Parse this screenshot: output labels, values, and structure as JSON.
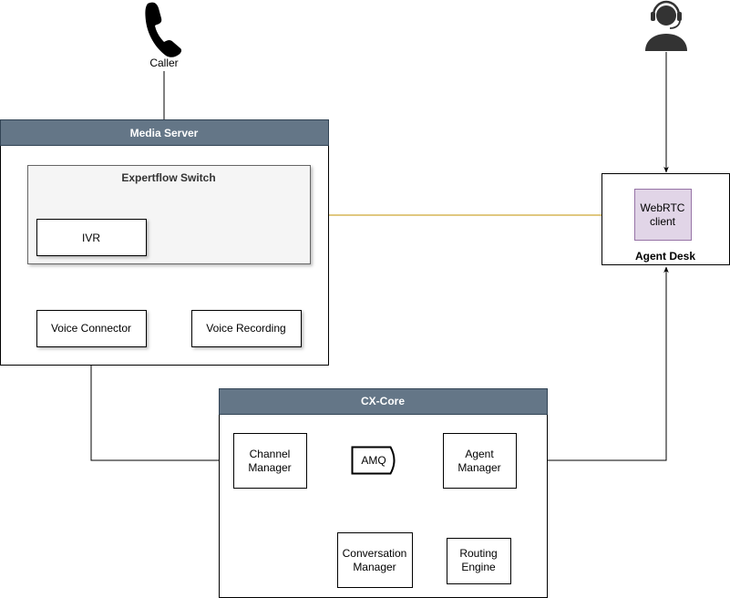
{
  "actors": {
    "caller": {
      "label": "Caller",
      "icon": "phone-handset-icon"
    },
    "agent": {
      "icon": "agent-headset-icon"
    }
  },
  "media_server": {
    "title": "Media Server",
    "expertflow_switch": {
      "title": "Expertflow Switch",
      "ivr_label": "IVR"
    },
    "voice_connector_label": "Voice Connector",
    "voice_recording_label": "Voice Recording"
  },
  "agent_desk": {
    "title": "Agent Desk",
    "webrtc_client_line1": "WebRTC",
    "webrtc_client_line2": "client"
  },
  "cx_core": {
    "title": "CX-Core",
    "channel_manager_line1": "Channel",
    "channel_manager_line2": "Manager",
    "amq_label": "AMQ",
    "agent_manager_line1": "Agent",
    "agent_manager_line2": "Manager",
    "conversation_manager_line1": "Conversation",
    "conversation_manager_line2": "Manager",
    "routing_engine_line1": "Routing",
    "routing_engine_line2": "Engine"
  },
  "colors": {
    "container_header": "#647687",
    "switch_fill": "#f5f5f5",
    "webrtc_fill": "#e1d5e7",
    "webrtc_stroke": "#9673a6",
    "media_stream_line": "#d6b656"
  }
}
